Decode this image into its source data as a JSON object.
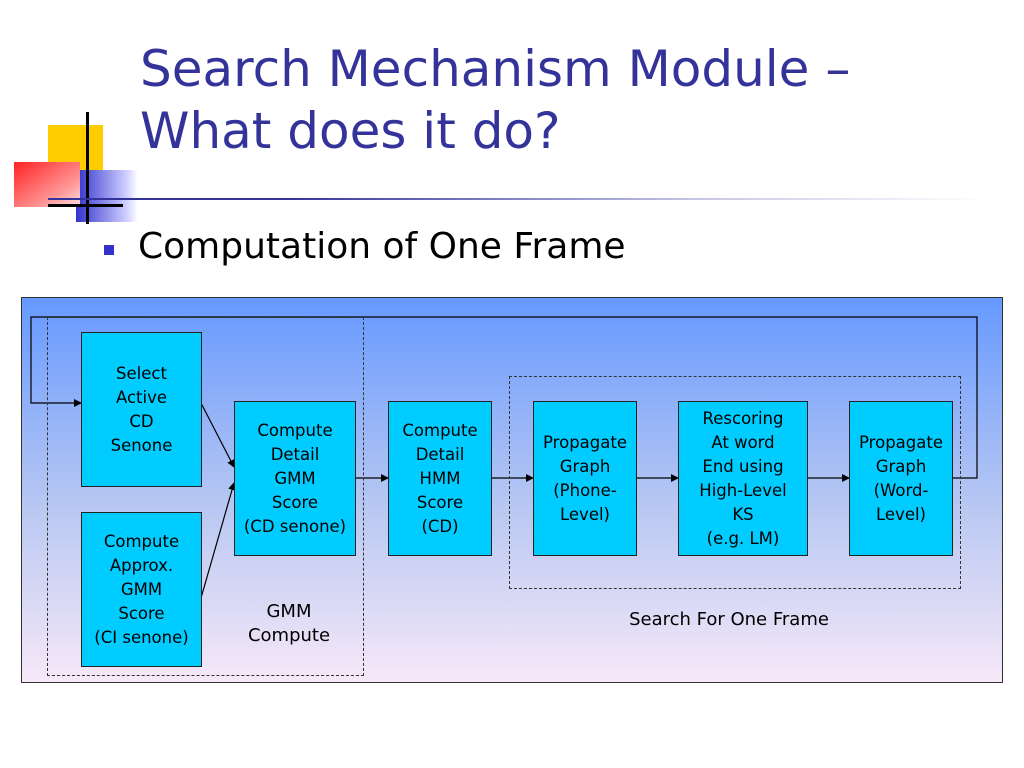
{
  "slide": {
    "title_line1": "Search Mechanism Module –",
    "title_line2": "What does it do?",
    "bullet": "Computation of One Frame"
  },
  "colors": {
    "title": "#333399",
    "bullet": "#3333cc",
    "box_fill": "#00ccff",
    "diagram_top": "#6699ff",
    "diagram_bottom": "#f6e8f8"
  },
  "diagram": {
    "boxes": {
      "select_active": "Select\nActive\nCD\nSenone",
      "compute_approx": "Compute\nApprox.\nGMM\nScore\n(CI senone)",
      "compute_detail_gmm": "Compute\nDetail\nGMM\nScore\n(CD senone)",
      "compute_detail_hmm": "Compute\nDetail\nHMM\nScore\n(CD)",
      "propagate_phone": "Propagate\nGraph\n(Phone-\nLevel)",
      "rescoring": "Rescoring\nAt word\nEnd using\nHigh-Level\nKS\n(e.g. LM)",
      "propagate_word": "Propagate\nGraph\n(Word-\nLevel)"
    },
    "groups": {
      "gmm_compute": "GMM\nCompute",
      "search_one_frame": "Search For One Frame"
    }
  }
}
